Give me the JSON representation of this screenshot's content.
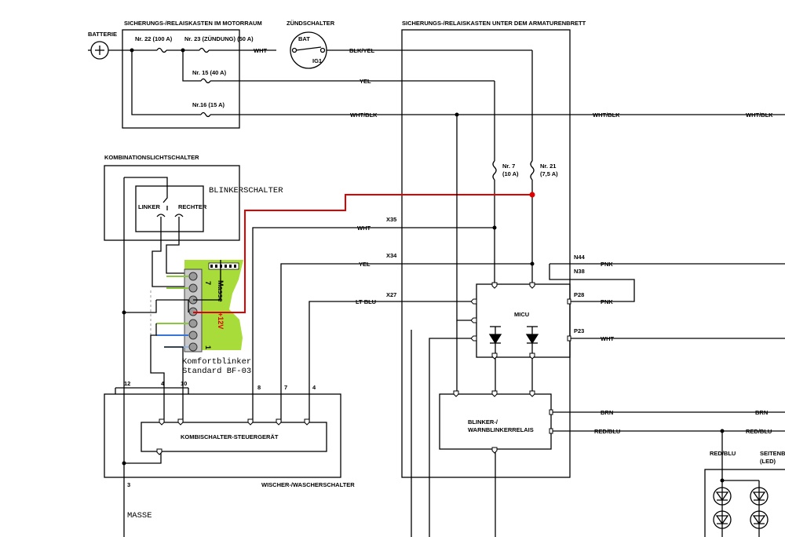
{
  "colors": {
    "wire": "#000000",
    "plus12v": "#e00000",
    "module_green": "#a8dc3a",
    "led_blue": "#3a72d6"
  },
  "labels": {
    "batterie": "BATTERIE",
    "box_motorraum": "SICHERUNGS-/RELAISKASTEN IM MOTORRAUM",
    "zuendschalter": "ZÜNDSCHALTER",
    "box_armaturenbrett": "SICHERUNGS-/RELAISKASTEN UNTER DEM ARMATURENBRETT",
    "fuse22": "Nr. 22 (100 A)",
    "fuse23": "Nr. 23 (ZÜNDUNG) (50 A)",
    "fuse15": "Nr. 15 (40 A)",
    "fuse16": "Nr.16 (15 A)",
    "bat": "BAT",
    "ig1": "IG1",
    "kombischalter": "KOMBINATIONSLICHTSCHALTER",
    "blinkerschalter": "BLINKERSCHALTER",
    "linker": "LINKER",
    "rechter": "RECHTER",
    "fuse7a": "Nr. 7",
    "fuse7b": "(10 A)",
    "fuse21a": "Nr. 21",
    "fuse21b": "(7,5 A)",
    "masse_rot": "Masse",
    "plus12_rot": "+12V",
    "module1": "Komfortblinker",
    "module2": "Standard BF-03",
    "pin7": "7",
    "pin1": "1",
    "micu": "MICU",
    "relais1": "BLINKER-/",
    "relais2": "WARNBLINKERRELAIS",
    "steuergeraet": "KOMBISCHALTER-STEUERGERÄT",
    "wischer": "WISCHER-/WASCHERSCHALTER",
    "masse": "MASSE",
    "seitenb1": "SEITENB",
    "seitenb2": "(LED)"
  },
  "wires": {
    "wht": "WHT",
    "blkyel": "BLK/YEL",
    "yel": "YEL",
    "whtblk": "WHT/BLK",
    "x35": "X35",
    "x34": "X34",
    "x27": "X27",
    "ltblu": "LT BLU",
    "pnk": "PNK",
    "brn": "BRN",
    "redblu": "RED/BLU"
  },
  "connectors": {
    "n44": "N44",
    "n38": "N38",
    "p28": "P28",
    "p23": "P23",
    "c12": "12",
    "c4": "4",
    "c10": "10",
    "c8": "8",
    "c7": "7",
    "c4b": "4",
    "c3": "3"
  }
}
